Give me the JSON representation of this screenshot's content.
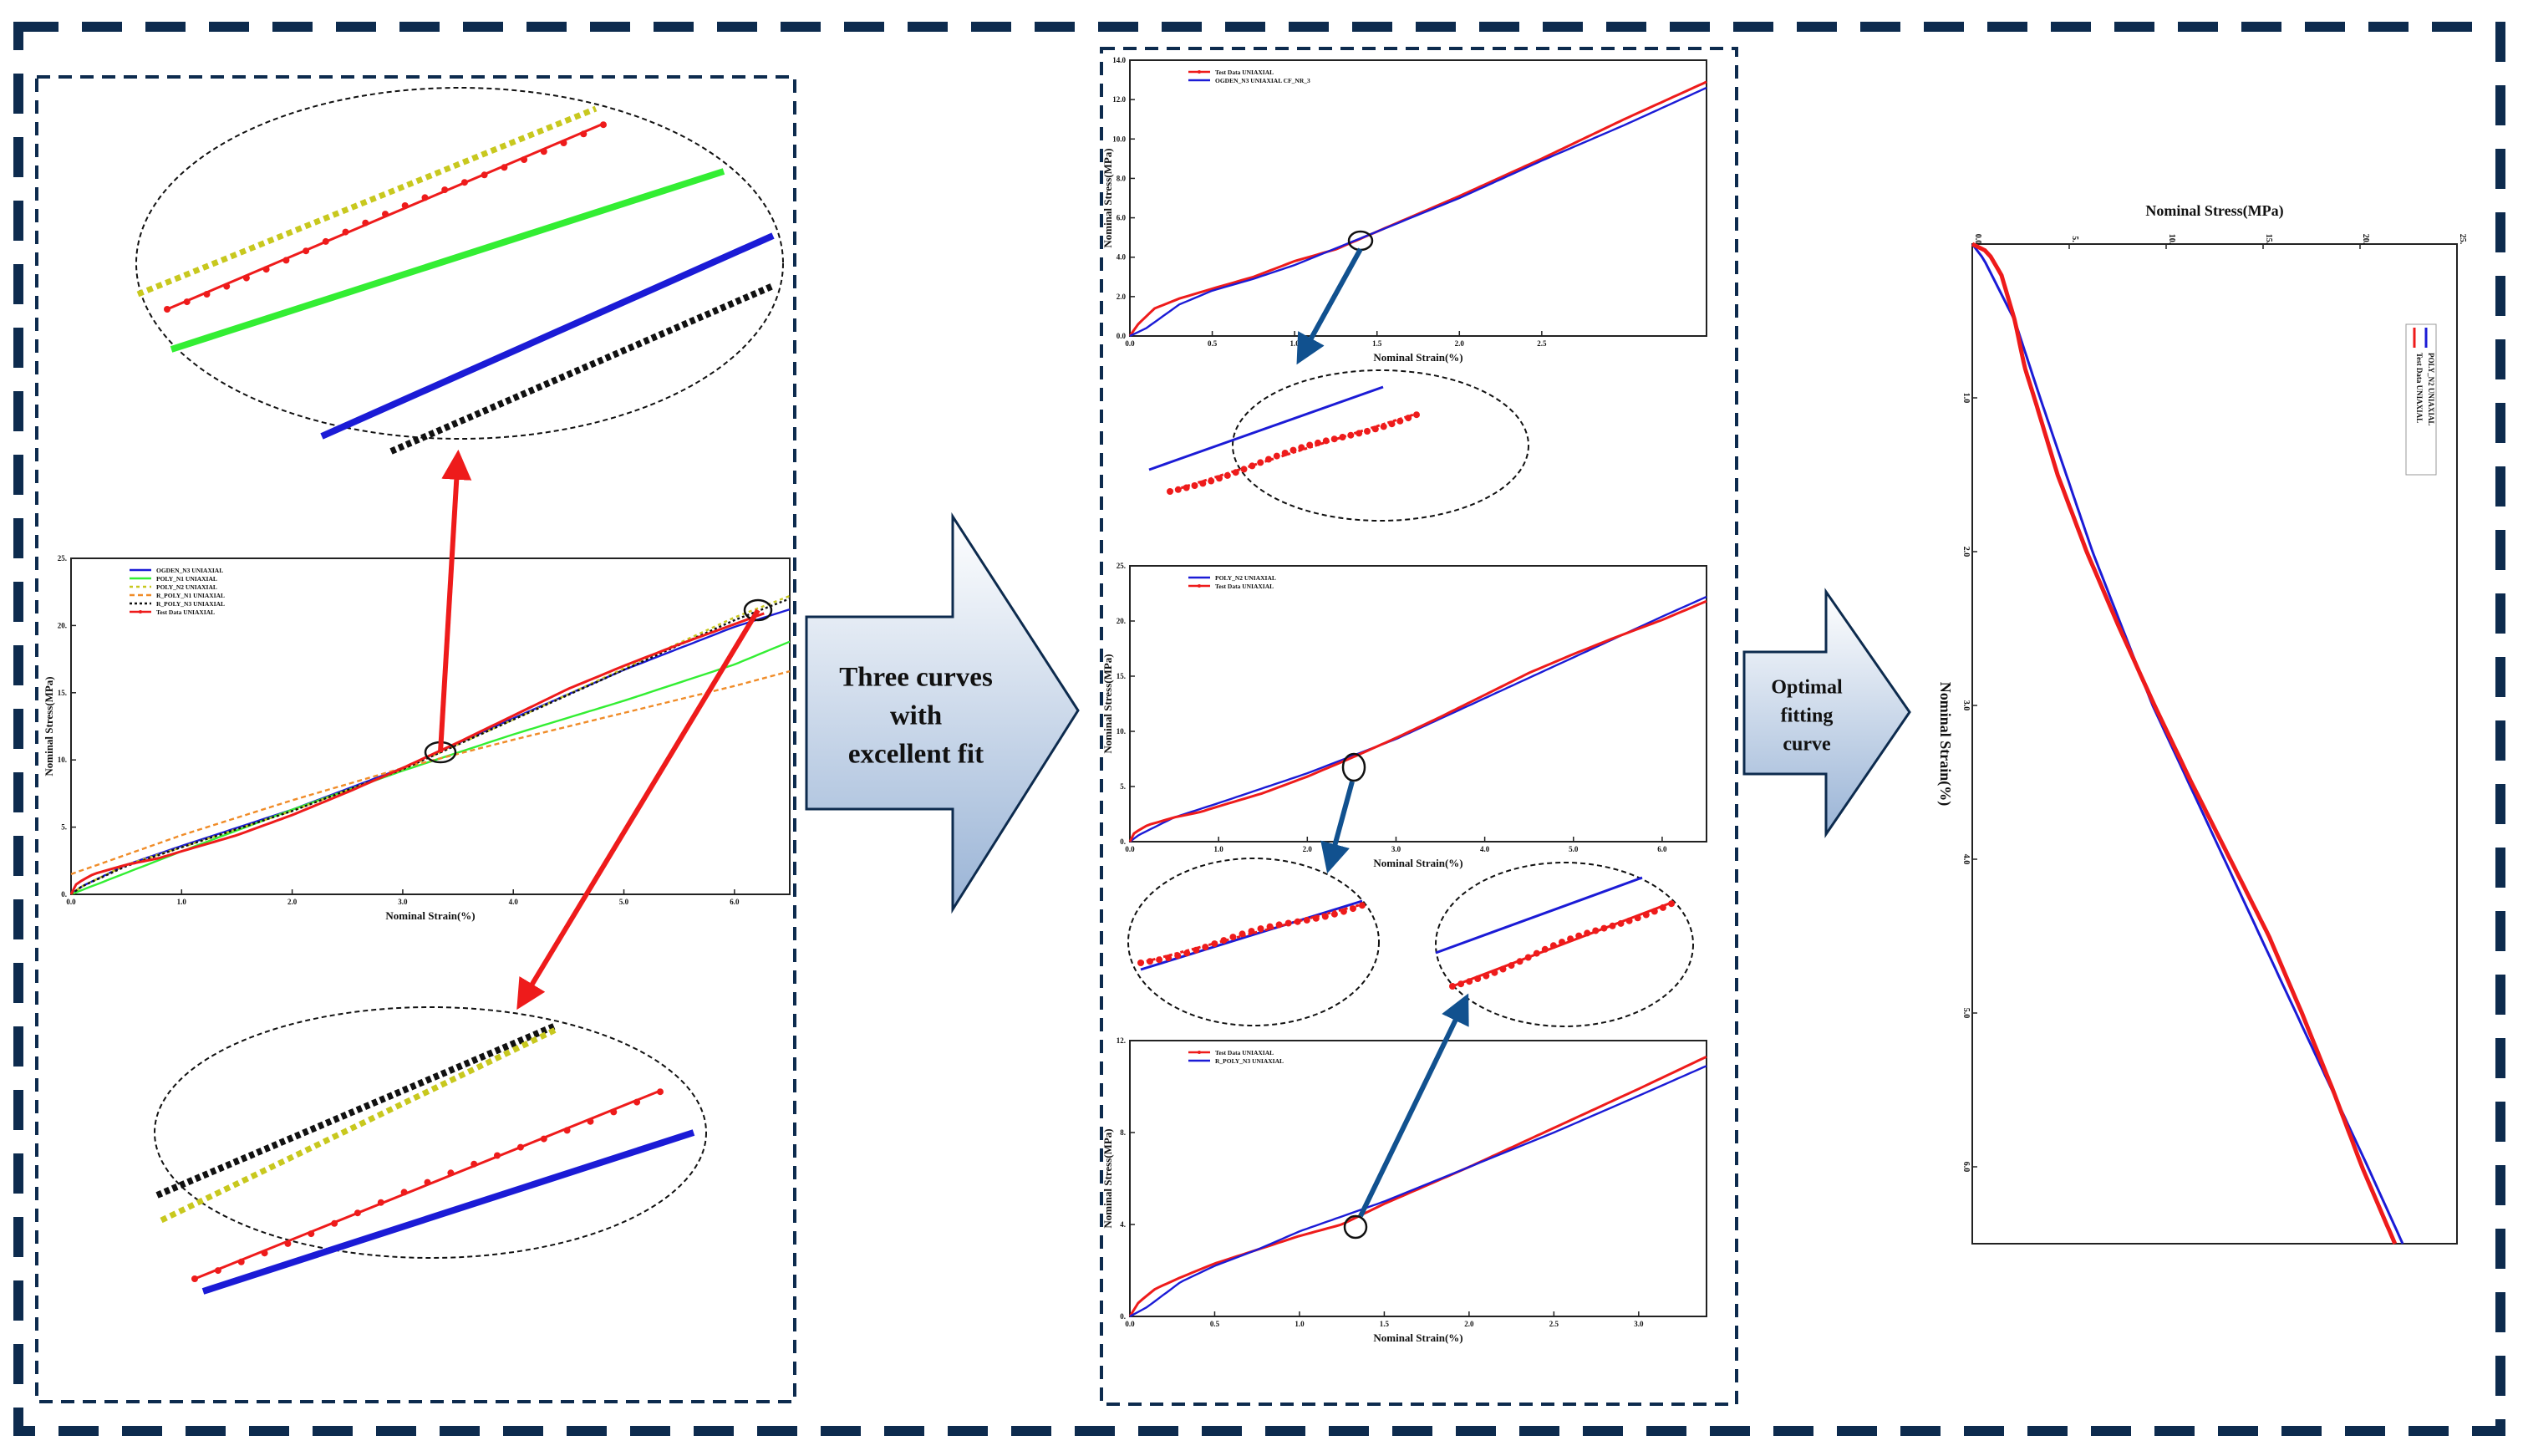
{
  "colors": {
    "frame": "#0d2b4e",
    "arrow_fill_top": "#ffffff",
    "arrow_fill_bottom": "#9ab4d6",
    "blue": "#1b1bd6",
    "red": "#ee1b1b",
    "green": "#33ee33",
    "yellow": "#c8c81e",
    "orange": "#f08c28",
    "black": "#111111",
    "callout_red": "#ee1b1b",
    "callout_blue": "#11518f"
  },
  "labels": {
    "arrow1": [
      "Three curves",
      "with",
      "excellent fit"
    ],
    "arrow2": [
      "Optimal",
      "fitting",
      "curve"
    ]
  },
  "chart_data": [
    {
      "id": "all-models",
      "type": "line",
      "xlabel": "Nominal Strain(%)",
      "ylabel": "Nominal Stress(MPa)",
      "xlim": [
        0,
        6.5
      ],
      "ylim": [
        0,
        25
      ],
      "xticks": [
        "0.0",
        "1.0",
        "2.0",
        "3.0",
        "4.0",
        "5.0",
        "6.0"
      ],
      "yticks": [
        "0.",
        "5.",
        "10.",
        "15.",
        "20.",
        "25."
      ],
      "legend_position": "top-left",
      "series": [
        {
          "name": "OGDEN_N3 UNIAXIAL",
          "color": "#1b1bd6",
          "x": [
            0,
            0.1,
            0.5,
            1,
            2,
            3,
            4,
            5,
            6,
            6.5
          ],
          "y": [
            0,
            0.6,
            2.2,
            3.6,
            6.3,
            9.4,
            13.1,
            16.7,
            19.9,
            21.2
          ]
        },
        {
          "name": "POLY_N1 UNIAXIAL",
          "color": "#33ee33",
          "x": [
            0,
            1,
            2,
            3,
            4,
            5,
            6,
            6.5
          ],
          "y": [
            0,
            3.2,
            6.3,
            9.2,
            11.9,
            14.4,
            17.1,
            18.8
          ]
        },
        {
          "name": "POLY_N2 UNIAXIAL",
          "color": "#c8c81e",
          "x": [
            0,
            0.1,
            0.5,
            1,
            2,
            3,
            4,
            5,
            6,
            6.5
          ],
          "y": [
            0,
            0.6,
            2.2,
            3.5,
            6.2,
            9.3,
            13.0,
            16.8,
            20.6,
            22.2
          ]
        },
        {
          "name": "R_POLY_N1 UNIAXIAL",
          "color": "#f08c28",
          "x": [
            0,
            1,
            2,
            3,
            4,
            5,
            6,
            6.5
          ],
          "y": [
            1.5,
            4.4,
            7.0,
            9.4,
            11.5,
            13.5,
            15.5,
            16.6
          ]
        },
        {
          "name": "R_POLY_N3 UNIAXIAL",
          "color": "#111111",
          "x": [
            0,
            0.1,
            0.5,
            1,
            2,
            3,
            4,
            5,
            6,
            6.5
          ],
          "y": [
            0,
            0.6,
            2.1,
            3.5,
            6.2,
            9.3,
            13.0,
            16.7,
            20.4,
            22.0
          ]
        },
        {
          "name": "Test Data UNIAXIAL",
          "color": "#ee1b1b",
          "x": [
            0,
            0.05,
            0.2,
            0.5,
            0.8,
            1,
            1.5,
            2,
            2.5,
            3,
            3.5,
            4,
            4.5,
            5,
            5.5,
            6,
            6.3
          ],
          "y": [
            0,
            0.8,
            1.5,
            2.2,
            2.7,
            3.2,
            4.4,
            5.9,
            7.6,
            9.4,
            11.3,
            13.3,
            15.3,
            17.0,
            18.6,
            20.1,
            21.0
          ]
        }
      ]
    },
    {
      "id": "ogden",
      "type": "line",
      "xlabel": "Nominal Strain(%)",
      "ylabel": "Nominal Stress(MPa)",
      "xlim": [
        0,
        3.5
      ],
      "ylim": [
        0,
        14
      ],
      "xticks": [
        "0.0",
        "0.5",
        "1.0",
        "1.5",
        "2.0",
        "2.5"
      ],
      "yticks": [
        "0.0",
        "2.0",
        "4.0",
        "6.0",
        "8.0",
        "10.0",
        "12.0",
        "14.0"
      ],
      "legend_position": "top-left",
      "series": [
        {
          "name": "Test Data UNIAXIAL",
          "color": "#ee1b1b",
          "x": [
            0,
            0.05,
            0.15,
            0.3,
            0.5,
            0.75,
            1,
            1.25,
            1.5,
            2,
            2.5,
            3,
            3.5
          ],
          "y": [
            0,
            0.6,
            1.4,
            1.9,
            2.4,
            3.0,
            3.8,
            4.4,
            5.3,
            7.1,
            9.0,
            11.0,
            12.9
          ]
        },
        {
          "name": "OGDEN_N3 UNIAXIAL CF_NR_3",
          "color": "#1b1bd6",
          "x": [
            0,
            0.1,
            0.3,
            0.5,
            0.75,
            1,
            1.5,
            2,
            2.5,
            3,
            3.5
          ],
          "y": [
            0,
            0.4,
            1.6,
            2.3,
            2.9,
            3.6,
            5.3,
            7.0,
            8.9,
            10.7,
            12.6
          ]
        }
      ]
    },
    {
      "id": "poly2",
      "type": "line",
      "xlabel": "Nominal Strain(%)",
      "ylabel": "Nominal Stress(MPa)",
      "xlim": [
        0,
        6.5
      ],
      "ylim": [
        0,
        25
      ],
      "xticks": [
        "0.0",
        "1.0",
        "2.0",
        "3.0",
        "4.0",
        "5.0",
        "6.0"
      ],
      "yticks": [
        "0.",
        "5.",
        "10.",
        "15.",
        "20.",
        "25."
      ],
      "legend_position": "top-left",
      "series": [
        {
          "name": "POLY_N2 UNIAXIAL",
          "color": "#1b1bd6",
          "x": [
            0,
            0.1,
            0.5,
            1,
            2,
            3,
            4,
            5,
            6,
            6.5
          ],
          "y": [
            0,
            0.6,
            2.2,
            3.5,
            6.2,
            9.3,
            13.0,
            16.7,
            20.4,
            22.2
          ]
        },
        {
          "name": "Test Data UNIAXIAL",
          "color": "#ee1b1b",
          "x": [
            0,
            0.05,
            0.2,
            0.5,
            0.8,
            1,
            1.5,
            2,
            2.5,
            3,
            3.5,
            4,
            4.5,
            5,
            5.5,
            6,
            6.5
          ],
          "y": [
            0,
            0.8,
            1.5,
            2.2,
            2.7,
            3.2,
            4.4,
            5.9,
            7.6,
            9.4,
            11.3,
            13.3,
            15.3,
            17.0,
            18.6,
            20.1,
            21.8
          ]
        }
      ]
    },
    {
      "id": "rpoly3",
      "type": "line",
      "xlabel": "Nominal Strain(%)",
      "ylabel": "Nominal Stress(MPa)",
      "xlim": [
        0,
        3.4
      ],
      "ylim": [
        0,
        12
      ],
      "xticks": [
        "0.0",
        "0.5",
        "1.0",
        "1.5",
        "2.0",
        "2.5",
        "3.0"
      ],
      "yticks": [
        "0.",
        "4.",
        "8.",
        "12."
      ],
      "legend_position": "top-left",
      "series": [
        {
          "name": "Test Data UNIAXIAL",
          "color": "#ee1b1b",
          "x": [
            0,
            0.05,
            0.15,
            0.3,
            0.5,
            0.75,
            1,
            1.25,
            1.5,
            2,
            2.5,
            3,
            3.4
          ],
          "y": [
            0,
            0.6,
            1.2,
            1.7,
            2.3,
            2.9,
            3.5,
            4.0,
            4.9,
            6.5,
            8.2,
            9.9,
            11.3
          ]
        },
        {
          "name": "R_POLY_N3 UNIAXIAL",
          "color": "#1b1bd6",
          "x": [
            0,
            0.1,
            0.3,
            0.5,
            0.75,
            1,
            1.5,
            2,
            2.5,
            3,
            3.4
          ],
          "y": [
            0,
            0.4,
            1.5,
            2.2,
            2.9,
            3.7,
            5.0,
            6.5,
            8.0,
            9.6,
            10.9
          ]
        }
      ]
    },
    {
      "id": "optimal",
      "type": "line",
      "orientation": "rotated",
      "xlabel": "Nominal Strain(%)",
      "ylabel": "Nominal Stress(MPa)",
      "xlim": [
        0,
        6.5
      ],
      "ylim": [
        0,
        25
      ],
      "xticks": [
        "1.0",
        "2.0",
        "3.0",
        "4.0",
        "5.0",
        "6.0"
      ],
      "yticks": [
        "0.0",
        "5.",
        "10.",
        "15.",
        "20.",
        "25."
      ],
      "legend_position": "top-right",
      "series": [
        {
          "name": "POLY_N2 UNIAXIAL",
          "color": "#1b1bd6",
          "x": [
            0,
            0.1,
            0.5,
            1,
            2,
            3,
            4,
            5,
            6,
            6.5
          ],
          "y": [
            0,
            0.6,
            2.2,
            3.5,
            6.2,
            9.3,
            13.0,
            16.7,
            20.4,
            22.2
          ]
        },
        {
          "name": "Test Data UNIAXIAL",
          "color": "#ee1b1b",
          "x": [
            0,
            0.05,
            0.2,
            0.5,
            0.8,
            1,
            1.5,
            2,
            2.5,
            3,
            3.5,
            4,
            4.5,
            5,
            5.5,
            6,
            6.5
          ],
          "y": [
            0,
            0.8,
            1.5,
            2.2,
            2.7,
            3.2,
            4.4,
            5.9,
            7.6,
            9.4,
            11.3,
            13.3,
            15.3,
            17.0,
            18.6,
            20.1,
            21.8
          ]
        }
      ]
    }
  ]
}
